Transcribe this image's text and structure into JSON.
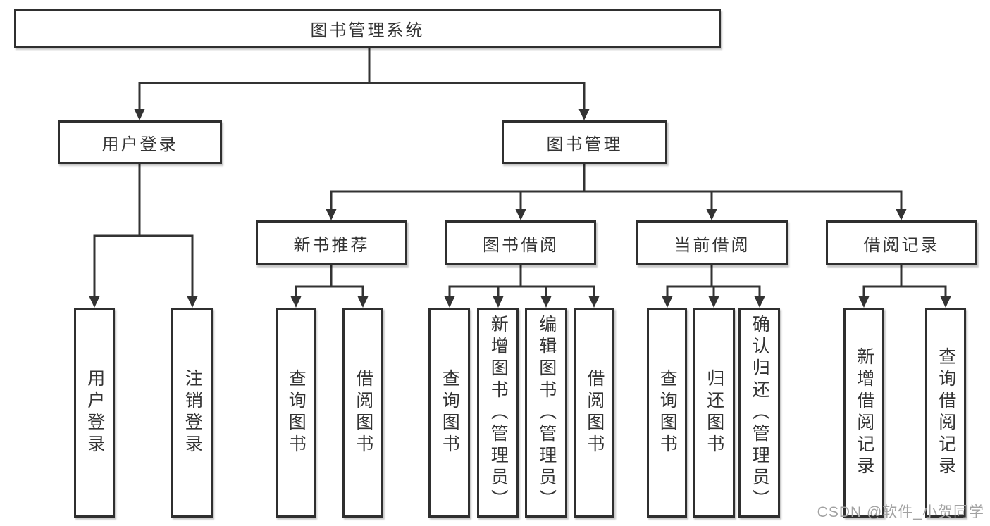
{
  "root": {
    "label": "图书管理系统"
  },
  "level2": [
    {
      "label": "用户登录"
    },
    {
      "label": "图书管理"
    }
  ],
  "level3": [
    {
      "label": "新书推荐"
    },
    {
      "label": "图书借阅"
    },
    {
      "label": "当前借阅"
    },
    {
      "label": "借阅记录"
    }
  ],
  "leaves": {
    "user_login": [
      "用户登录",
      "注销登录"
    ],
    "new_book": [
      "查询图书",
      "借阅图书"
    ],
    "book_borrow": [
      "查询图书",
      "新增图书（管理员）",
      "编辑图书（管理员）",
      "借阅图书"
    ],
    "current_borrow": [
      "查询图书",
      "归还图书",
      "确认归还（管理员）"
    ],
    "borrow_records": [
      "新增借阅记录",
      "查询借阅记录"
    ]
  },
  "watermark": {
    "text": "CSDN @软件_小贺同学"
  },
  "colors": {
    "line": "#333333",
    "box_border": "#2f2f2f",
    "text": "#333333",
    "watermark": "#a2a2a2",
    "background": "#ffffff"
  }
}
